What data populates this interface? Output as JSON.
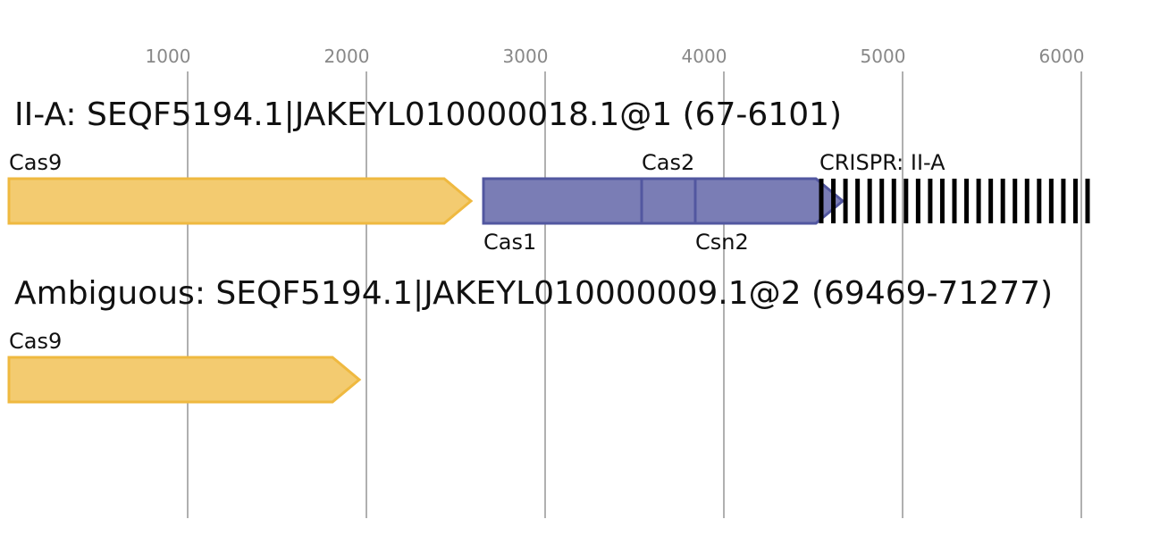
{
  "axis": {
    "ticks": [
      {
        "value": 1000,
        "label": "1000"
      },
      {
        "value": 2000,
        "label": "2000"
      },
      {
        "value": 3000,
        "label": "3000"
      },
      {
        "value": 4000,
        "label": "4000"
      },
      {
        "value": 5000,
        "label": "5000"
      },
      {
        "value": 6000,
        "label": "6000"
      }
    ]
  },
  "tracks": [
    {
      "title": "II-A: SEQF5194.1|JAKEYL010000018.1@1 (67-6101)",
      "genes": [
        {
          "label": "Cas9",
          "start": 0,
          "end": 2435,
          "strand": "+",
          "color": "#f3cb70",
          "stroke": "#efb940",
          "label_pos": "above"
        },
        {
          "label": "Cas1",
          "start": 2655,
          "end": 3565,
          "strand": "+",
          "color": "#7a7db5",
          "stroke": "#5257a0",
          "label_pos": "below"
        },
        {
          "label": "Cas2",
          "start": 3540,
          "end": 3840,
          "strand": "+",
          "color": "#7a7db5",
          "stroke": "#5257a0",
          "label_pos": "above"
        },
        {
          "label": "Csn2",
          "start": 3840,
          "end": 4515,
          "strand": "+",
          "color": "#7a7db5",
          "stroke": "#5257a0",
          "label_pos": "below"
        }
      ],
      "crispr": {
        "label": "CRISPR: II-A",
        "start": 4545,
        "end": 6035,
        "repeats": 23,
        "color": "#000000"
      }
    },
    {
      "title": "Ambiguous: SEQF5194.1|JAKEYL010000009.1@2 (69469-71277)",
      "genes": [
        {
          "label": "Cas9",
          "start": 0,
          "end": 1810,
          "strand": "+",
          "color": "#f3cb70",
          "stroke": "#efb940",
          "label_pos": "above"
        }
      ]
    }
  ]
}
